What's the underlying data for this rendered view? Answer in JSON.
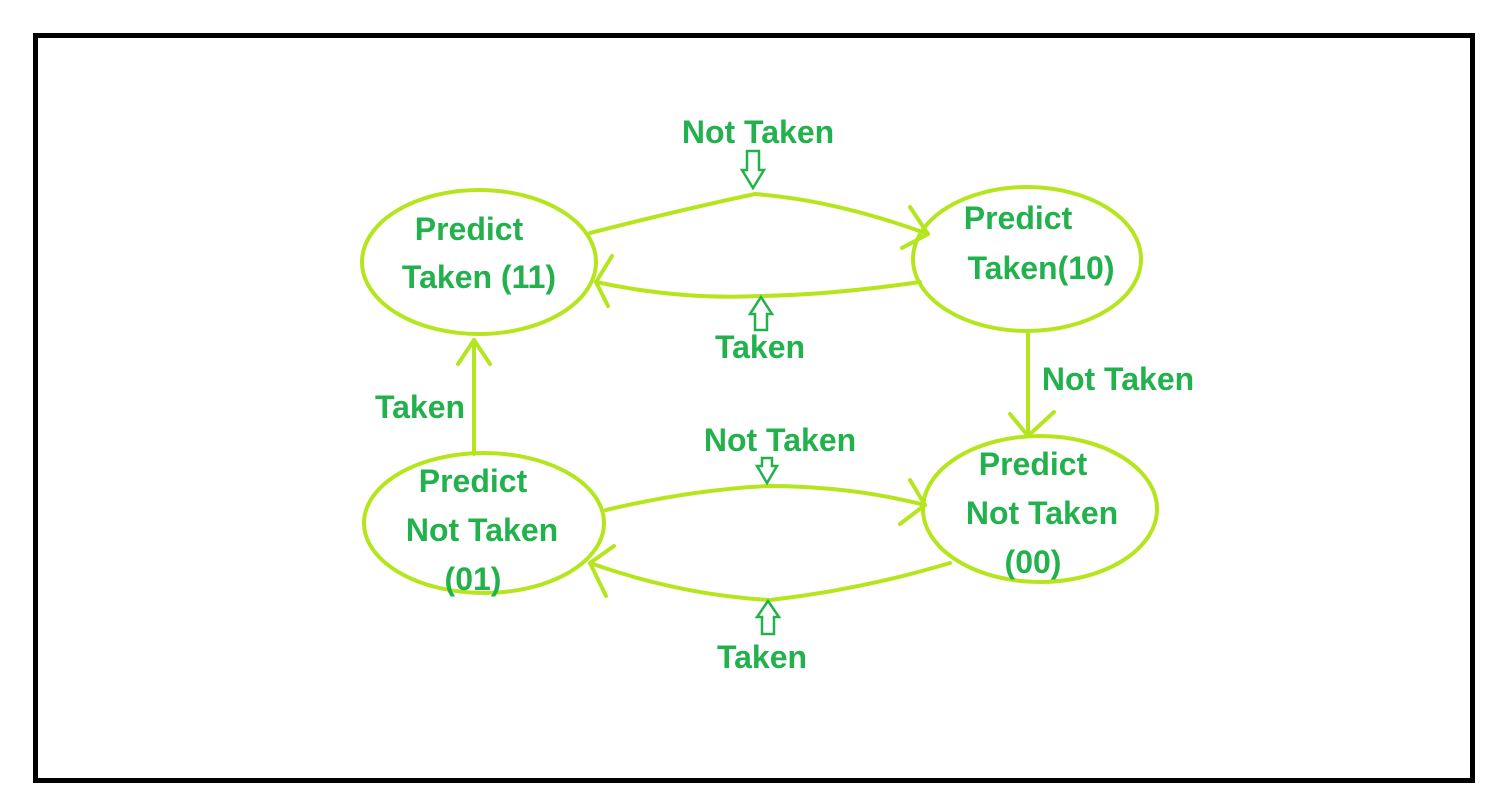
{
  "states": {
    "s11": {
      "line1": "Predict",
      "line2": "Taken (11)"
    },
    "s10": {
      "line1": "Predict",
      "line2": "Taken(10)"
    },
    "s01": {
      "line1": "Predict",
      "line2": "Not Taken",
      "line3": "(01)"
    },
    "s00": {
      "line1": "Predict",
      "line2": "Not Taken",
      "line3": "(00)"
    }
  },
  "transitions": {
    "s11_to_s10": "Not Taken",
    "s10_to_s11": "Taken",
    "s10_to_s00": "Not Taken",
    "s01_to_s11": "Taken",
    "s01_to_s00": "Not Taken",
    "s00_to_s01": "Taken"
  },
  "colors": {
    "text": "#22b14c",
    "shapes": "#b5e61d",
    "frame": "#000000"
  }
}
